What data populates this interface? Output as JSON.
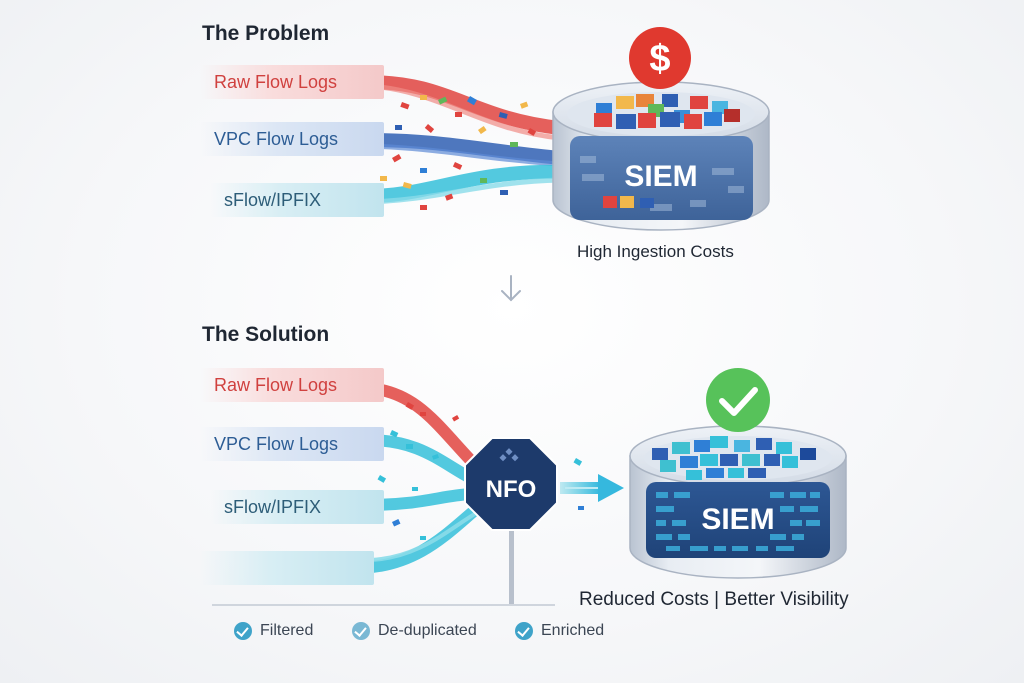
{
  "problem": {
    "heading": "The Problem",
    "sources": [
      "Raw Flow Logs",
      "VPC Flow Logs",
      "sFlow/IPFIX"
    ],
    "siem_label": "SIEM",
    "cost_symbol": "$",
    "caption": "High Ingestion Costs"
  },
  "solution": {
    "heading": "The Solution",
    "sources": [
      "Raw Flow Logs",
      "VPC Flow Logs",
      "sFlow/IPFIX"
    ],
    "processor_label": "NFO",
    "siem_label": "SIEM",
    "caption": "Reduced Costs | Better Visibility",
    "benefits": [
      "Filtered",
      "De-duplicated",
      "Enriched"
    ]
  },
  "colors": {
    "red": "#e0443f",
    "blue": "#2f5fb3",
    "teal": "#35c0d9",
    "navy": "#1d3a6b",
    "green": "#57c25a",
    "cost_red": "#e0392f"
  }
}
